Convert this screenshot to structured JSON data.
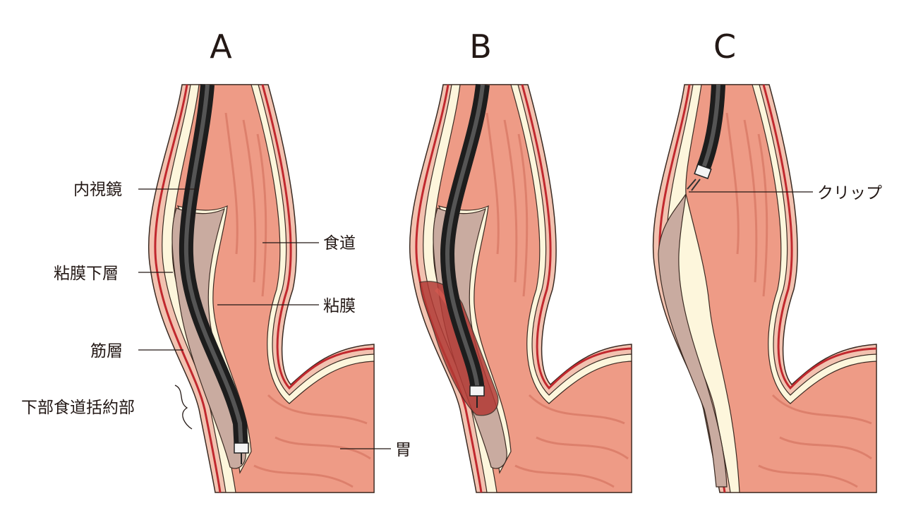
{
  "panels": [
    {
      "letter": "A"
    },
    {
      "letter": "B"
    },
    {
      "letter": "C"
    }
  ],
  "labels": {
    "endoscope": "内視鏡",
    "submucosa": "粘膜下層",
    "muscle_layer": "筋層",
    "les": "下部食道括約部",
    "esophagus": "食道",
    "mucosa": "粘膜",
    "stomach": "胃",
    "clip": "クリップ"
  },
  "colors": {
    "tissue": "#ee9b86",
    "tissue_light": "#f6b4a0",
    "mucosa_fold": "#d97a66",
    "muscle": "#f2c2b0",
    "cream": "#fdf6dc",
    "red_line": "#c1282e",
    "outline": "#3a2a22",
    "submucosa_tunnel": "#c9aba0",
    "scope": "#3d3d3d",
    "bleed": "#b23a35"
  }
}
